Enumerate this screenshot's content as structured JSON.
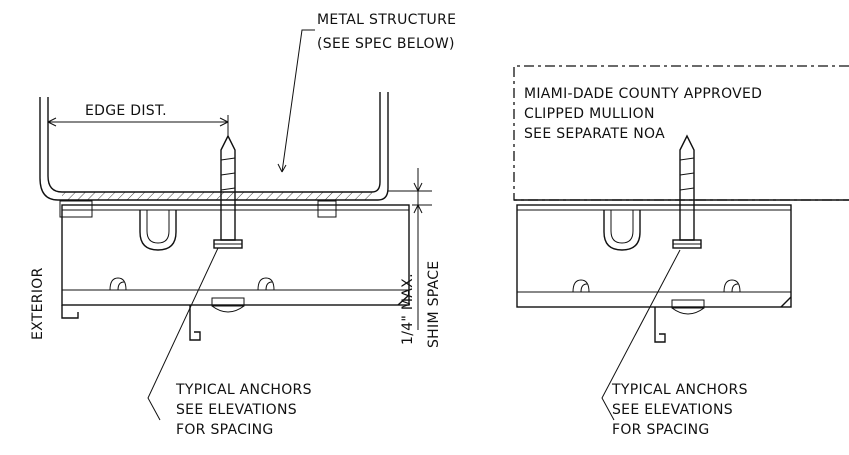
{
  "labels": {
    "metal_structure_line1": "METAL STRUCTURE",
    "metal_structure_line2": "(SEE SPEC BELOW)",
    "edge_dist": "EDGE DIST.",
    "exterior": "EXTERIOR",
    "quarter_max": "1/4\" MAX.",
    "shim_space": "SHIM SPACE",
    "left_anchor_note": [
      "TYPICAL ANCHORS",
      "SEE ELEVATIONS",
      "FOR SPACING"
    ],
    "mullion_note": [
      "MIAMI-DADE COUNTY APPROVED",
      "CLIPPED MULLION",
      "SEE SEPARATE NOA"
    ],
    "right_anchor_note": [
      "TYPICAL ANCHORS",
      "SEE ELEVATIONS",
      "FOR SPACING"
    ]
  }
}
